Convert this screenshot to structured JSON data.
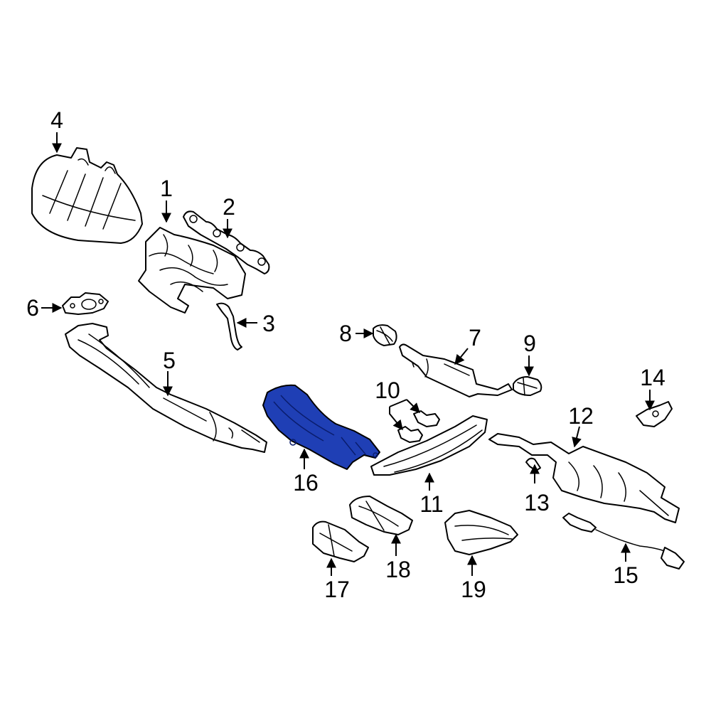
{
  "diagram": {
    "highlight_color": "#1f3fb5",
    "highlighted_part": "16",
    "callouts": {
      "c1": "1",
      "c2": "2",
      "c3": "3",
      "c4": "4",
      "c5": "5",
      "c6": "6",
      "c7": "7",
      "c8": "8",
      "c9": "9",
      "c10": "10",
      "c11": "11",
      "c12": "12",
      "c13": "13",
      "c14": "14",
      "c15": "15",
      "c16": "16",
      "c17": "17",
      "c18": "18",
      "c19": "19"
    }
  }
}
